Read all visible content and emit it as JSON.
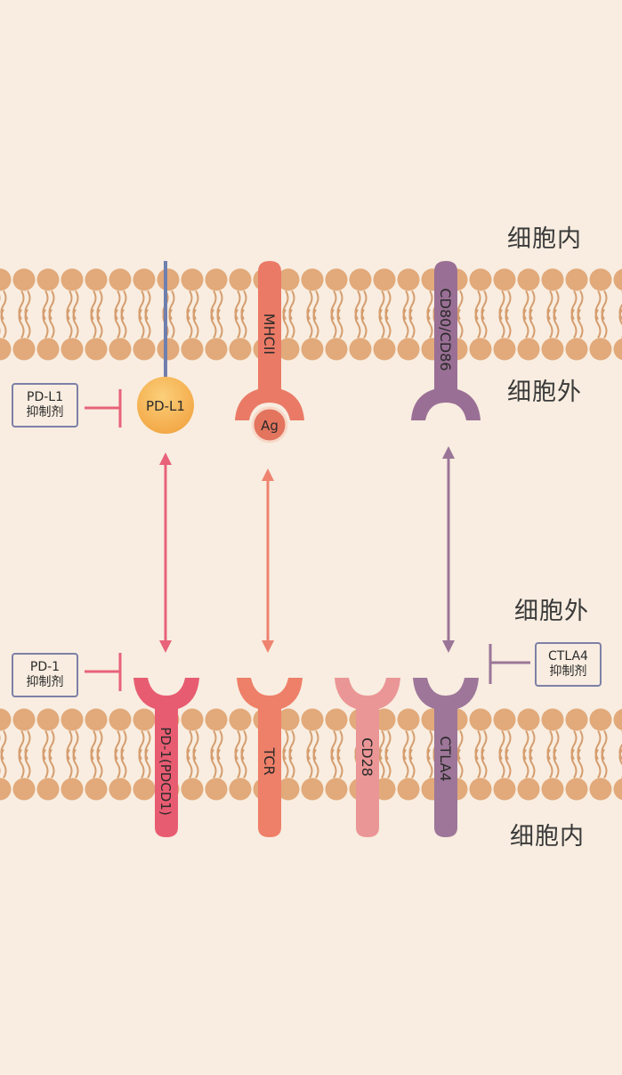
{
  "regions": {
    "top_upper": "细胞内",
    "top_lower": "细胞外",
    "bottom_upper": "细胞外",
    "bottom_lower": "细胞内"
  },
  "molecules": {
    "pdl1": "PD-L1",
    "mhc": "MHCII",
    "antigen": "Ag",
    "cd80": "CD80/CD86",
    "pd1": "PD-1(PDCD1)",
    "tcr": "TCR",
    "cd28": "CD28",
    "ctla4": "CTLA4"
  },
  "inhibitors": {
    "pdl1": {
      "name": "PD-L1",
      "type": "抑制剂"
    },
    "pd1": {
      "name": "PD-1",
      "type": "抑制剂"
    },
    "ctla4": {
      "name": "CTLA4",
      "type": "抑制剂"
    }
  },
  "colors": {
    "background": "#f8ede0",
    "lipid_head": "#e2a97a",
    "lipid_tail": "#d59d6f",
    "pdl1_ball": "#f4ad4b",
    "pdl1_stalk": "#6f7fae",
    "mhc": "#ea7a66",
    "cd80": "#9a6f95",
    "pd1": "#e85c72",
    "tcr": "#ee7f68",
    "cd28": "#eb9696",
    "ctla4": "#9d7699",
    "inhibitor_border": "#7d80a8"
  }
}
